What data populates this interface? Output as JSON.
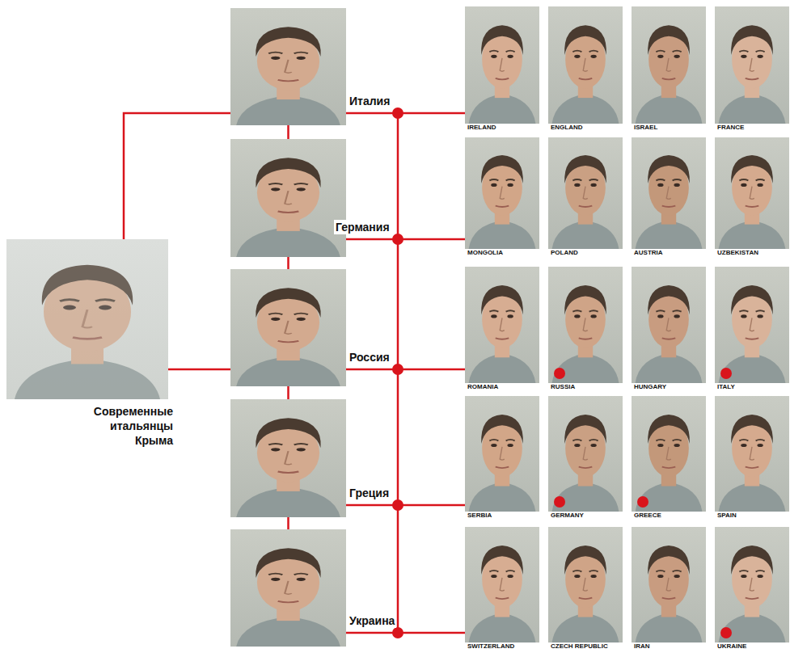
{
  "diagram": {
    "nodes": [
      {
        "text": [
          "Современные итальянцы Крыма"
        ]
      },
      {
        "text": [
          "Италия"
        ]
      },
      {
        "text": [
          "Германия"
        ]
      },
      {
        "text": [
          "Россия"
        ]
      },
      {
        "text": [
          "Греция"
        ]
      },
      {
        "text": [
          "Украина"
        ]
      },
      {
        "text": [
          "IRELAND"
        ]
      },
      {
        "text": [
          "ENGLAND"
        ]
      },
      {
        "text": [
          "ISRAEL"
        ]
      },
      {
        "text": [
          "FRANCE"
        ]
      },
      {
        "text": [
          "MONGOLIA"
        ]
      },
      {
        "text": [
          "POLAND"
        ]
      },
      {
        "text": [
          "AUSTRIA"
        ]
      },
      {
        "text": [
          "UZBEKISTAN"
        ]
      },
      {
        "text": [
          "ROMANIA"
        ]
      },
      {
        "text": [
          "RUSSIA"
        ]
      },
      {
        "text": [
          "HUNGARY"
        ]
      },
      {
        "text": [
          "ITALY"
        ]
      },
      {
        "text": [
          "SERBIA"
        ]
      },
      {
        "text": [
          "GERMANY"
        ]
      },
      {
        "text": [
          "GREECE"
        ]
      },
      {
        "text": [
          "SPAIN"
        ]
      },
      {
        "text": [
          "SWITZERLAND"
        ]
      },
      {
        "text": [
          "CZECH REPUBLIC"
        ]
      },
      {
        "text": [
          "IRAN"
        ]
      },
      {
        "text": [
          "UKRAINE"
        ]
      }
    ],
    "edges": [
      {
        "from": 0,
        "to": 1,
        "arrow": "none"
      },
      {
        "from": 0,
        "to": 3,
        "arrow": "none"
      },
      {
        "from": 1,
        "to": 2,
        "arrow": "none"
      },
      {
        "from": 2,
        "to": 3,
        "arrow": "none"
      },
      {
        "from": 3,
        "to": 4,
        "arrow": "none"
      },
      {
        "from": 4,
        "to": 5,
        "arrow": "none"
      },
      {
        "from": 1,
        "to": 6,
        "arrow": "none"
      },
      {
        "from": 2,
        "to": 10,
        "arrow": "none"
      },
      {
        "from": 3,
        "to": 14,
        "arrow": "none"
      },
      {
        "from": 4,
        "to": 18,
        "arrow": "none"
      },
      {
        "from": 5,
        "to": 22,
        "arrow": "none"
      }
    ]
  }
}
